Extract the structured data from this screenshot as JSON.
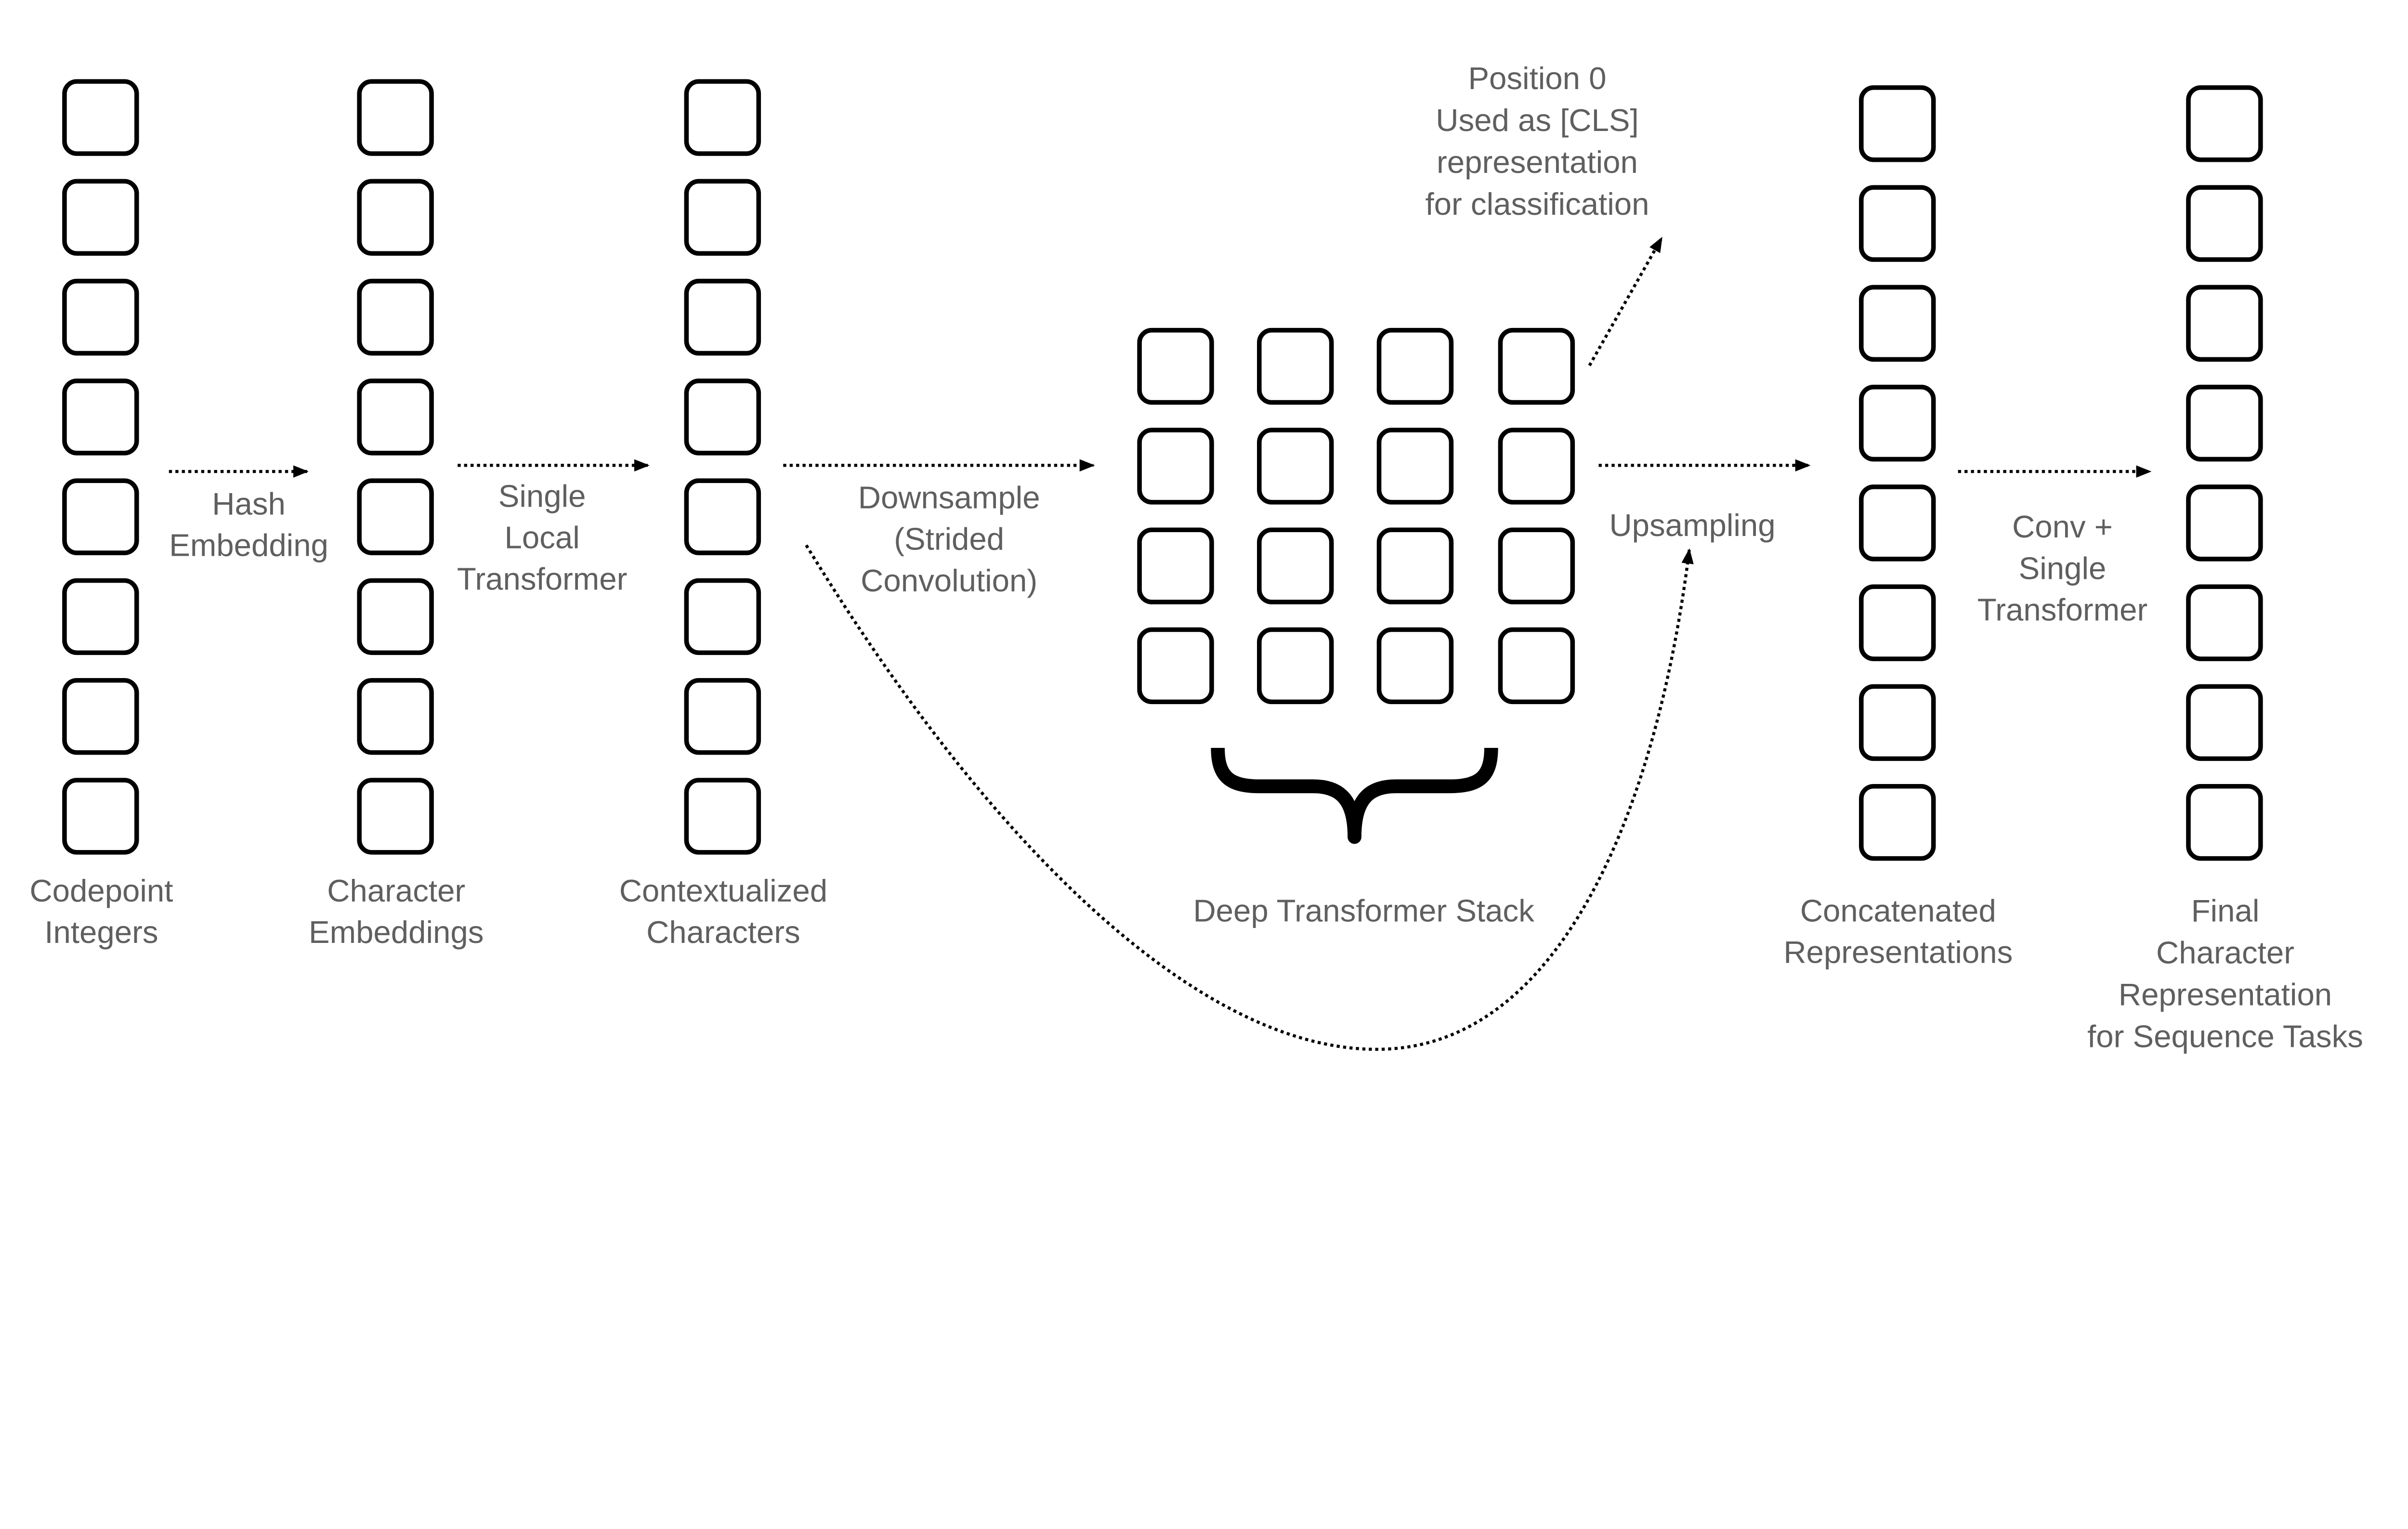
{
  "colors": {
    "text": "#5f5f5f",
    "stroke": "#000000",
    "background": "#ffffff"
  },
  "labels": {
    "codepoint": [
      "Codepoint",
      "Integers"
    ],
    "char_emb": [
      "Character",
      "Embeddings"
    ],
    "contextual": [
      "Contextualized",
      "Characters"
    ],
    "hash": [
      "Hash",
      "Embedding"
    ],
    "local": [
      "Single",
      "Local",
      "Transformer"
    ],
    "downsample": [
      "Downsample",
      "(Strided",
      "Convolution)"
    ],
    "cls": [
      "Position 0",
      "Used as [CLS]",
      "representation",
      "for classification"
    ],
    "upsampling": [
      "Upsampling"
    ],
    "deep": [
      "Deep Transformer Stack"
    ],
    "concat": [
      "Concatenated",
      "Representations"
    ],
    "conv": [
      "Conv +",
      "Single",
      "Transformer"
    ],
    "final": [
      "Final",
      "Character",
      "Representation",
      "for Sequence Tasks"
    ]
  }
}
